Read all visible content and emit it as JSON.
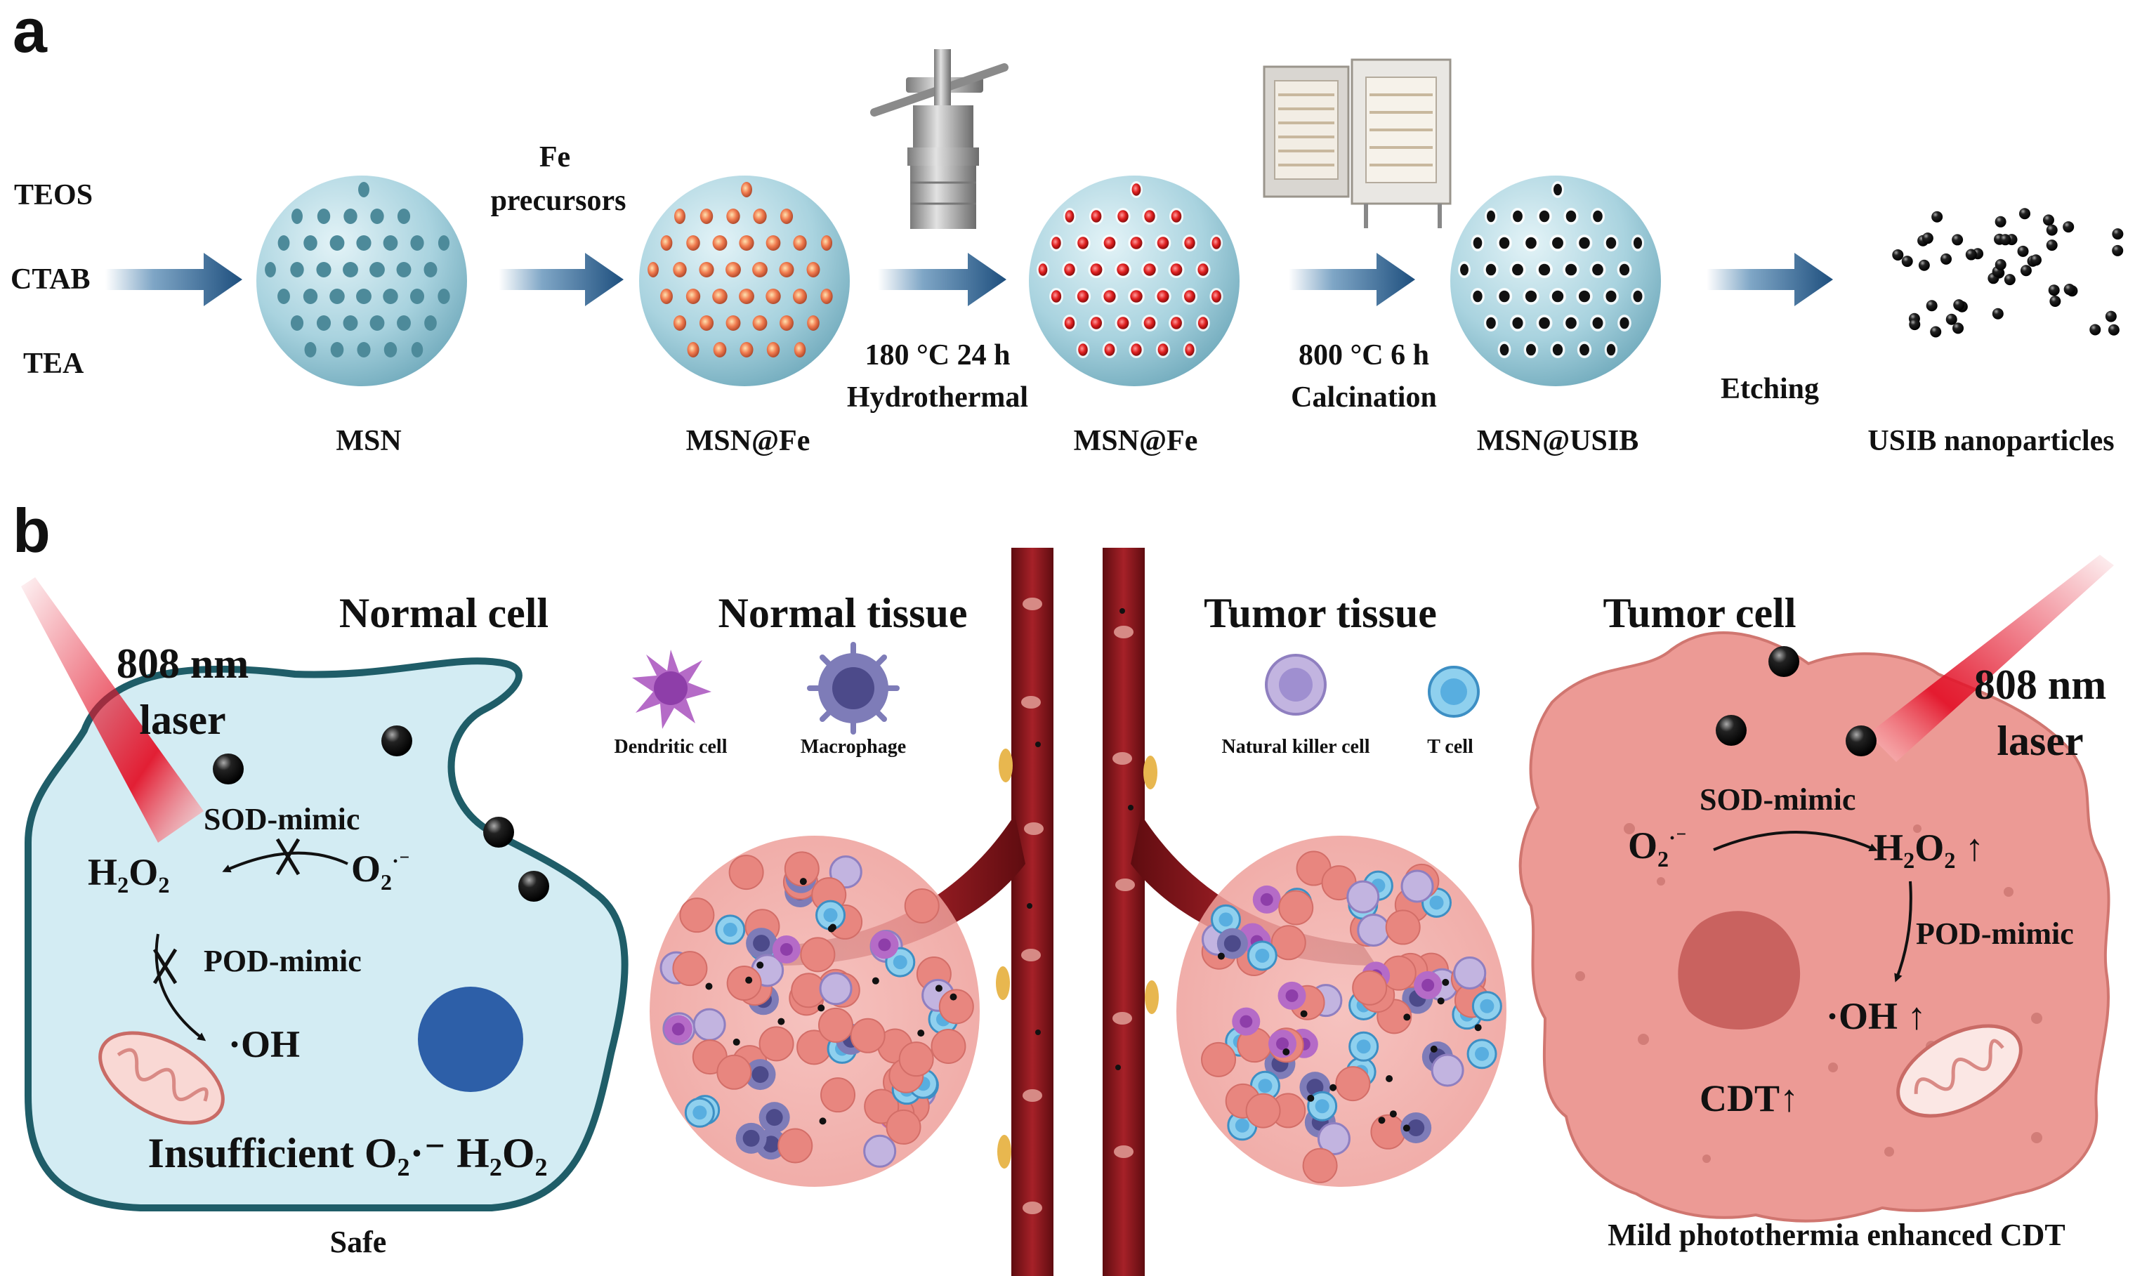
{
  "panel_a": {
    "label": "a",
    "reagents": [
      "TEOS",
      "CTAB",
      "TEA"
    ],
    "fe_precursor_line1": "Fe",
    "fe_precursor_line2": "precursors",
    "hydro_line1": "180 °C 24 h",
    "hydro_line2": "Hydrothermal",
    "calc_line1": "800 °C 6 h",
    "calc_line2": "Calcination",
    "etching": "Etching",
    "products": [
      "MSN",
      "MSN@Fe",
      "MSN@Fe",
      "MSN@USIB",
      "USIB nanoparticles"
    ]
  },
  "panel_b": {
    "label": "b",
    "normal_cell": {
      "title": "Normal cell",
      "laser_line1": "808 nm",
      "laser_line2": "laser",
      "sod": "SOD-mimic",
      "h2o2": "H₂O₂",
      "o2": "O",
      "o2_sub": "2",
      "o2_sup": "·⁻",
      "pod": "POD-mimic",
      "oh": "·OH",
      "insufficient": "Insufficient O₂·⁻ H₂O₂",
      "safe": "Safe"
    },
    "normal_tissue": {
      "title": "Normal tissue",
      "legend": [
        "Dendritic cell",
        "Macrophage"
      ]
    },
    "tumor_tissue": {
      "title": "Tumor tissue",
      "legend": [
        "Natural killer cell",
        "T cell"
      ]
    },
    "tumor_cell": {
      "title": "Tumor cell",
      "laser_line1": "808 nm",
      "laser_line2": "laser",
      "sod": "SOD-mimic",
      "o2": "O",
      "o2_sub": "2",
      "o2_sup": "·⁻",
      "h2o2": "H₂O₂ ↑",
      "pod": "POD-mimic",
      "oh": "·OH ↑",
      "cdt": "CDT↑",
      "caption": "Mild photothermia enhanced CDT"
    }
  },
  "colors": {
    "arrow_blue": "#1e4f7e",
    "msn_blue": "#a9d3df",
    "pore_blue": "#4d8a9a",
    "fe_orange": "#f07a4e",
    "fe_red": "#e02020",
    "usib_black": "#111111",
    "normal_cell_fill": "#d3ecf3",
    "normal_cell_outline": "#1f5d68",
    "nucleus_blue": "#2d5fa8",
    "tumor_cell_fill": "#ec9a95",
    "tumor_nucleus": "#c9625f",
    "vessel_red": "#8e1a1f",
    "laser_red": "#e3142a"
  }
}
